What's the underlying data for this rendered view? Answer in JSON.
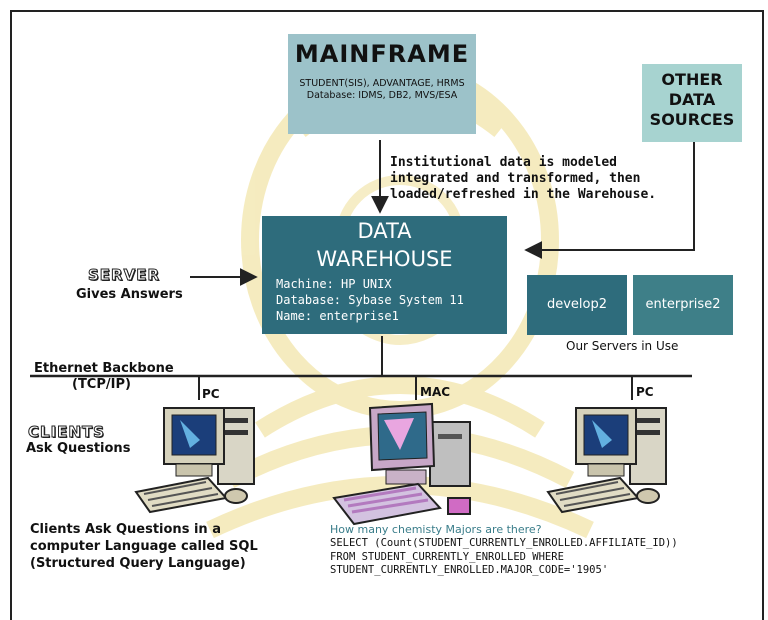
{
  "mainframe": {
    "title": "MAINFRAME",
    "line1": "STUDENT(SIS), ADVANTAGE, HRMS",
    "line2": "Database: IDMS, DB2, MVS/ESA"
  },
  "other_sources": {
    "line1": "OTHER",
    "line2": "DATA",
    "line3": "SOURCES"
  },
  "annotation": {
    "line1": "Institutional data is modeled",
    "line2": "integrated and transformed, then",
    "line3": "loaded/refreshed in the Warehouse."
  },
  "warehouse": {
    "line1": "DATA",
    "line2": "WAREHOUSE",
    "machine": "Machine: HP UNIX",
    "database": "Database: Sybase System 11",
    "name": "Name: enterprise1"
  },
  "server": {
    "label": "SERVER",
    "sub": "Gives Answers"
  },
  "servers_in_use": {
    "server1": "develop2",
    "server2": "enterprise2",
    "caption": "Our Servers in Use"
  },
  "network": {
    "label": "Ethernet Backbone",
    "protocol": "(TCP/IP)"
  },
  "clients": {
    "label": "CLIENTS",
    "sub": "Ask Questions",
    "pc_left": "PC",
    "mac": "MAC",
    "pc_right": "PC"
  },
  "sql_caption": {
    "line1": "Clients Ask Questions in a",
    "line2": "computer Language called SQL",
    "line3": "(Structured Query Language)"
  },
  "query": {
    "question": "How many chemisty Majors are there?",
    "line1": "SELECT (Count(STUDENT_CURRENTLY_ENROLLED.AFFILIATE_ID))",
    "line2": "FROM STUDENT_CURRENTLY_ENROLLED WHERE",
    "line3": "STUDENT_CURRENTLY_ENROLLED.MAJOR_CODE='1905'"
  }
}
